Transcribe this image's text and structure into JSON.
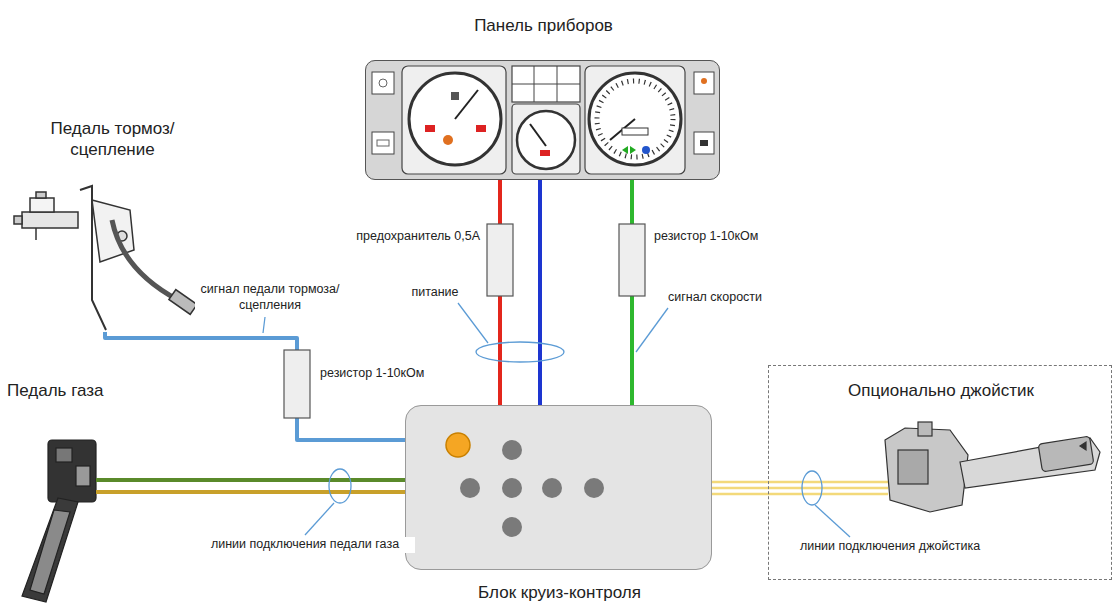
{
  "diagram": {
    "nodes": [
      {
        "text": [
          "Панель приборов"
        ]
      },
      {
        "text": [
          "Педаль тормоз/сцепление"
        ]
      },
      {
        "text": [
          "Педаль газа"
        ]
      },
      {
        "text": [
          "Блок круиз-контроля"
        ]
      },
      {
        "text": [
          "Опционально джойстик"
        ]
      }
    ],
    "edges": [
      {
        "from": 1,
        "to": 3,
        "label": "сигнал педали тормоза/сцепления",
        "arrow": "none"
      },
      {
        "from": 0,
        "to": 3,
        "label": "питание",
        "arrow": "none"
      },
      {
        "from": 0,
        "to": 3,
        "label": "сигнал скорости",
        "arrow": "none"
      },
      {
        "from": 2,
        "to": 3,
        "label": "линии подключения педали газа",
        "arrow": "none"
      },
      {
        "from": 3,
        "to": 4,
        "label": "линии подключения джойстика",
        "arrow": "none"
      }
    ],
    "labels": [
      "предохранитель 0,5А",
      "резистор 1-10кОм",
      "резистор 1-10кОм"
    ]
  }
}
